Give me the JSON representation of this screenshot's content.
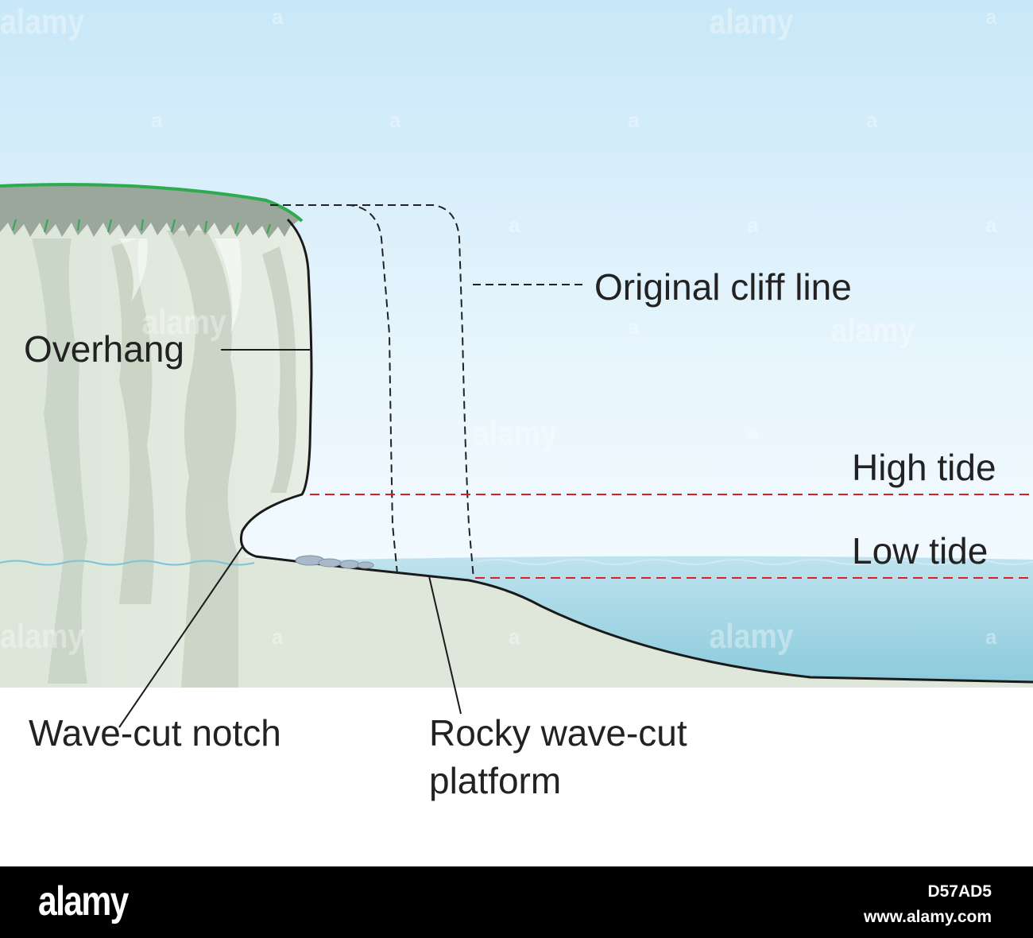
{
  "labels": {
    "original_cliff_line": "Original cliff line",
    "overhang": "Overhang",
    "high_tide": "High tide",
    "low_tide": "Low tide",
    "wave_cut_notch": "Wave-cut notch",
    "platform_line1": "Rocky wave-cut",
    "platform_line2": "platform"
  },
  "watermark": {
    "text": "alamy",
    "small": "a"
  },
  "footer": {
    "logo": "alamy",
    "image_id": "D57AD5",
    "site": "www.alamy.com"
  },
  "colors": {
    "sky_top": "#c9e8f8",
    "sky_bottom": "#f4fbfe",
    "cliff": "#dfe8dc",
    "grass": "#2eaa4f",
    "sea": "#9ed4e4",
    "tide_line": "#d62027",
    "outline": "#1a1a1a"
  },
  "icons": {
    "rocks": "rock-debris-icon",
    "grass": "grass-fringe-icon"
  }
}
